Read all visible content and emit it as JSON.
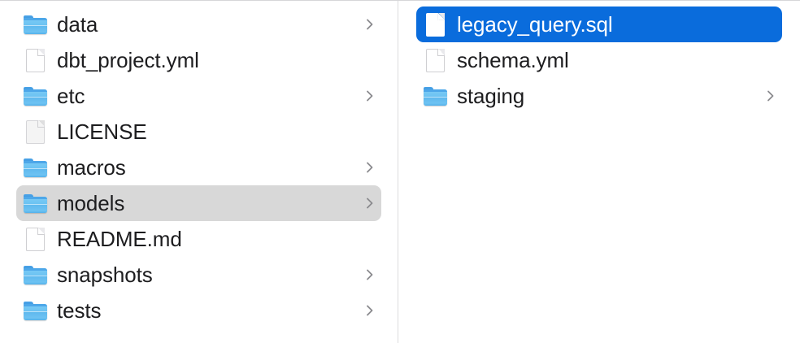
{
  "window": {
    "view": "column-view",
    "accent_selected_color": "#0a6cdc",
    "inactive_selected_color": "#d8d8d8",
    "background_color": "#ffffff",
    "divider_color": "#dcdcde",
    "text_color": "#1d1d1f",
    "chevron_color": "#8a8a8e"
  },
  "columns": [
    {
      "name": "project-root-column",
      "items": [
        {
          "label": "data",
          "kind": "folder",
          "icon": "folder-icon",
          "has_chevron": true,
          "selected": false,
          "selection_style": "none"
        },
        {
          "label": "dbt_project.yml",
          "kind": "file",
          "icon": "document-icon",
          "has_chevron": false,
          "selected": false,
          "selection_style": "none"
        },
        {
          "label": "etc",
          "kind": "folder",
          "icon": "folder-icon",
          "has_chevron": true,
          "selected": false,
          "selection_style": "none"
        },
        {
          "label": "LICENSE",
          "kind": "generic-file",
          "icon": "document-icon",
          "has_chevron": false,
          "selected": false,
          "selection_style": "none"
        },
        {
          "label": "macros",
          "kind": "folder",
          "icon": "folder-icon",
          "has_chevron": true,
          "selected": false,
          "selection_style": "none"
        },
        {
          "label": "models",
          "kind": "folder",
          "icon": "folder-icon",
          "has_chevron": true,
          "selected": true,
          "selection_style": "gray"
        },
        {
          "label": "README.md",
          "kind": "file",
          "icon": "document-icon",
          "has_chevron": false,
          "selected": false,
          "selection_style": "none"
        },
        {
          "label": "snapshots",
          "kind": "folder",
          "icon": "folder-icon",
          "has_chevron": true,
          "selected": false,
          "selection_style": "none"
        },
        {
          "label": "tests",
          "kind": "folder",
          "icon": "folder-icon",
          "has_chevron": true,
          "selected": false,
          "selection_style": "none"
        }
      ]
    },
    {
      "name": "models-folder-column",
      "items": [
        {
          "label": "legacy_query.sql",
          "kind": "file",
          "icon": "document-icon",
          "has_chevron": false,
          "selected": true,
          "selection_style": "blue"
        },
        {
          "label": "schema.yml",
          "kind": "file",
          "icon": "document-icon",
          "has_chevron": false,
          "selected": false,
          "selection_style": "none"
        },
        {
          "label": "staging",
          "kind": "folder",
          "icon": "folder-icon",
          "has_chevron": true,
          "selected": false,
          "selection_style": "none"
        }
      ]
    }
  ]
}
